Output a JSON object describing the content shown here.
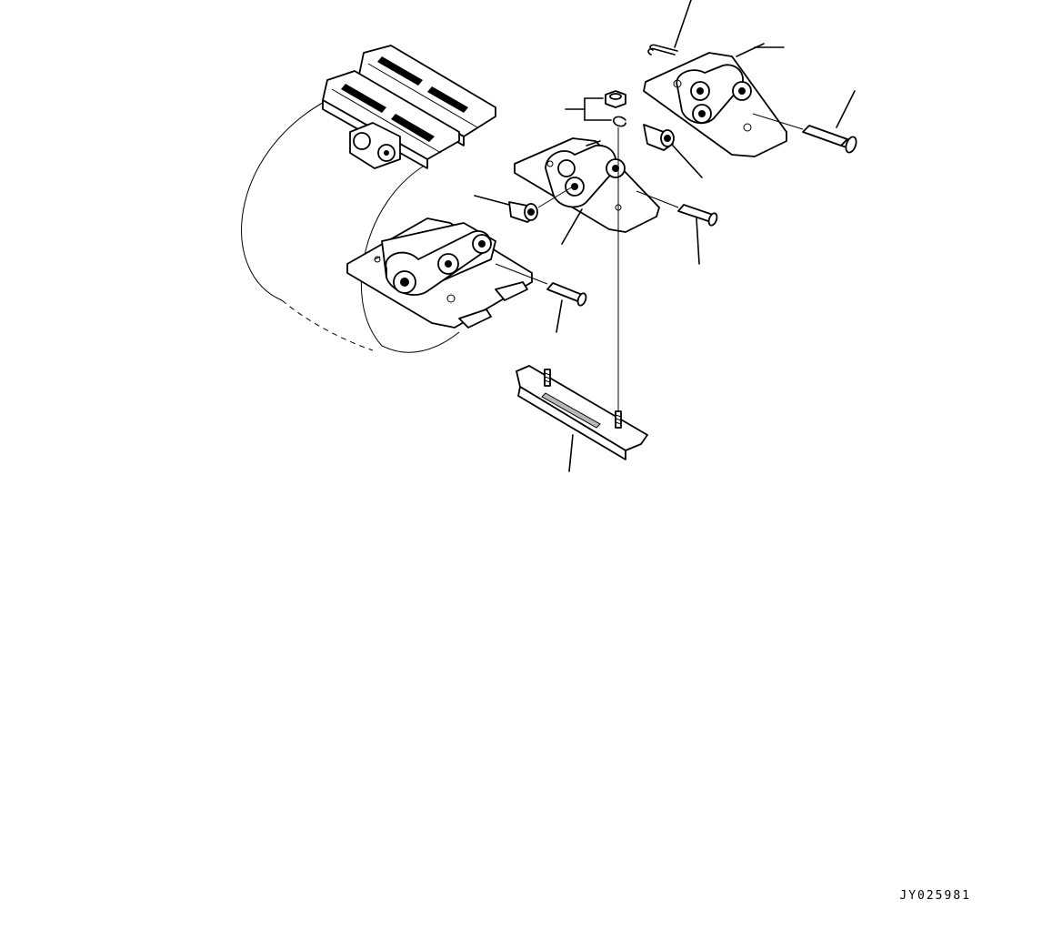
{
  "diagram": {
    "reference_code": "JY025981",
    "parts": [
      {
        "name": "track-assembly",
        "icon": "track-chain-icon"
      },
      {
        "name": "master-link-assembly",
        "icon": "chain-link-icon"
      },
      {
        "name": "link-assembly",
        "icon": "chain-link-icon"
      },
      {
        "name": "track-shoe",
        "icon": "track-shoe-icon"
      },
      {
        "name": "nut",
        "icon": "nut-icon"
      },
      {
        "name": "lock-washer",
        "icon": "washer-icon"
      },
      {
        "name": "bushing",
        "icon": "bushing-icon"
      },
      {
        "name": "pin",
        "icon": "pin-icon"
      },
      {
        "name": "master-pin",
        "icon": "bolt-icon"
      },
      {
        "name": "spring-pin",
        "icon": "spring-pin-icon"
      }
    ]
  }
}
